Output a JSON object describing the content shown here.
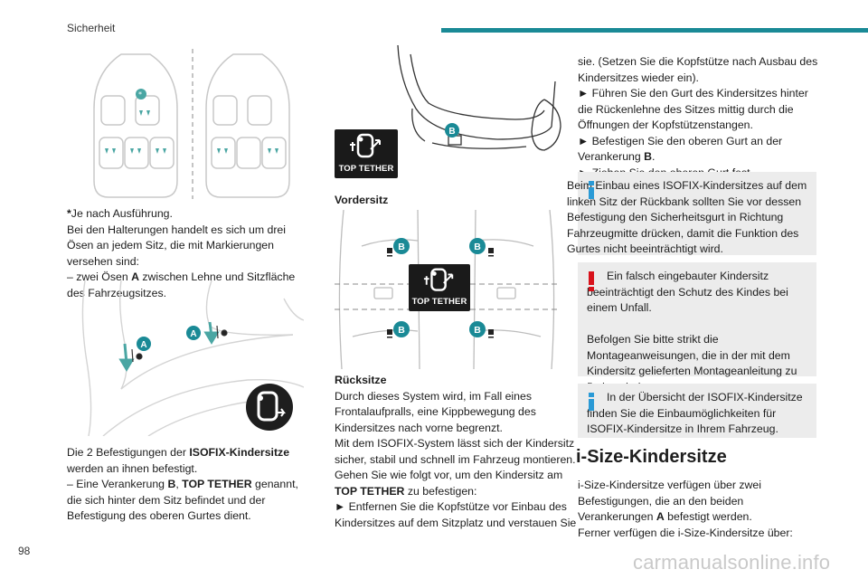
{
  "header": {
    "section_title": "Sicherheit",
    "accent_color": "#1a8a96"
  },
  "page_number": "98",
  "watermark": "carmanualsonline.info",
  "col1": {
    "note_mark": "*",
    "note_text": "Je nach Ausführung.",
    "para1": "Bei den Halterungen handelt es sich um drei Ösen an jedem Sitz, die mit Markierungen versehen sind:",
    "bullet_a_prefix": "–  zwei Ösen ",
    "bullet_a_letter": "A",
    "bullet_a_suffix": " zwischen Lehne und Sitzfläche des Fahrzeugsitzes.",
    "fig_label_a": "A",
    "para2_prefix": "Die 2 Befestigungen der ",
    "para2_bold": "ISOFIX-Kindersitze",
    "para2_suffix": " werden an ihnen befestigt.",
    "bullet_b_prefix": "–  Eine Verankerung ",
    "bullet_b_letter": "B",
    "bullet_b_mid": ", ",
    "bullet_b_bold": "TOP TETHER",
    "bullet_b_suffix": " genannt, die sich hinter dem Sitz befindet und der Befestigung des oberen Gurtes dient."
  },
  "col2": {
    "top_tether_label": "TOP TETHER",
    "fig_label_b": "B",
    "heading_front": "Vordersitz",
    "heading_rear": "Rücksitze",
    "rear_text1": "Durch dieses System wird, im Fall eines Frontalaufpralls, eine Kippbewegung des Kindersitzes nach vorne begrenzt.",
    "rear_text2": "Mit dem ISOFIX-System lässt sich der Kindersitz sicher, stabil und schnell im Fahrzeug montieren.",
    "rear_text3_prefix": "Gehen Sie wie folgt vor, um den Kindersitz am ",
    "rear_text3_bold": "TOP TETHER",
    "rear_text3_suffix": " zu befestigen:",
    "step1": "►  Entfernen Sie die Kopfstütze vor Einbau des Kindersitzes auf dem Sitzplatz und verstauen Sie"
  },
  "col3": {
    "cont_text": "sie. (Setzen Sie die Kopfstütze nach Ausbau des Kindersitzes wieder ein).",
    "step2": "►  Führen Sie den Gurt des Kindersitzes hinter die Rückenlehne des Sitzes mittig durch die Öffnungen der Kopfstützenstangen.",
    "step3_prefix": "►  Befestigen Sie den oberen Gurt an der Verankerung ",
    "step3_letter": "B",
    "step3_suffix": ".",
    "step4": "►  Ziehen Sie den oberen Gurt fest.",
    "info1": "Beim Einbau eines ISOFIX-Kindersitzes auf dem linken Sitz der Rückbank sollten Sie vor dessen Befestigung den Sicherheitsgurt in Richtung Fahrzeugmitte drücken, damit die Funktion des Gurtes nicht beeinträchtigt wird.",
    "warn1_a": "Ein falsch eingebauter Kindersitz beeinträchtigt den Schutz des Kindes bei einem Unfall.",
    "warn1_b": "Befolgen Sie bitte strikt die Montageanweisungen, die in der mit dem Kindersitz gelieferten Montageanleitung zu finden sind.",
    "info2": "In der Übersicht der ISOFIX-Kindersitze finden Sie die Einbaumöglichkeiten für ISOFIX-Kindersitze in Ihrem Fahrzeug.",
    "h2": "i-Size-Kindersitze",
    "isize_text1_prefix": "i-Size-Kindersitze verfügen über zwei Befestigungen, die an den beiden Verankerungen ",
    "isize_text1_letter": "A",
    "isize_text1_suffix": " befestigt werden.",
    "isize_text2": "Ferner verfügen die i-Size-Kindersitze über:",
    "info_color": "#2a9ad6",
    "warn_color": "#d8121b"
  }
}
